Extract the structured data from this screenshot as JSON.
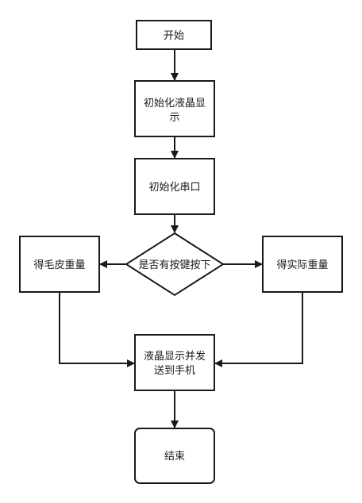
{
  "diagram": {
    "nodes": {
      "start": "开始",
      "init_lcd_line1": "初始化液晶显",
      "init_lcd_line2": "示",
      "init_uart": "初始化串口",
      "decision": "是否有按键按下",
      "tare_weight": "得毛皮重量",
      "actual_weight": "得实际重量",
      "display_send_line1": "液晶显示并发",
      "display_send_line2": "送到手机",
      "end": "结束"
    }
  },
  "colors": {
    "stroke": "#1a1a1a",
    "fill": "#ffffff",
    "text": "#1a1a1a"
  }
}
